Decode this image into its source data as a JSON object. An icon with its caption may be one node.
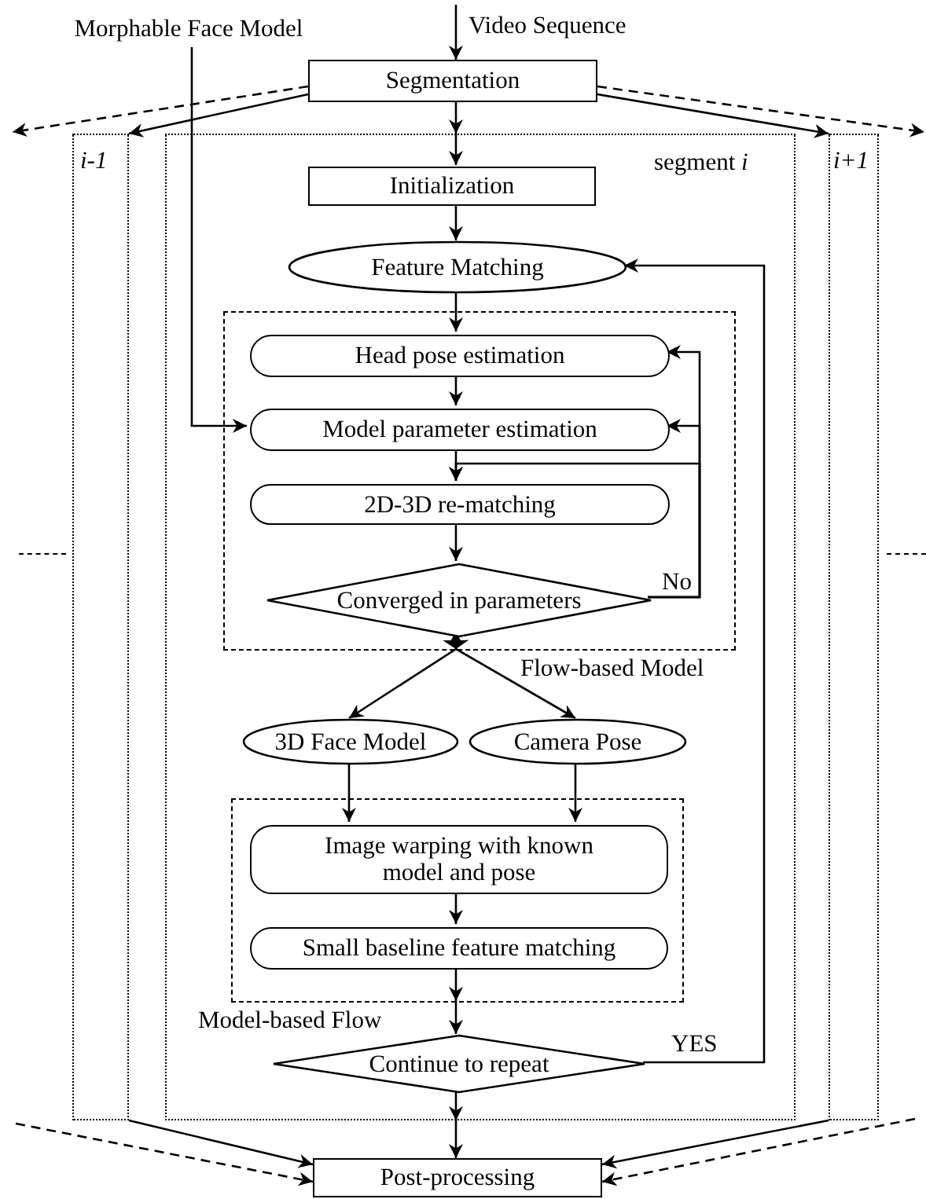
{
  "diagram": {
    "nodes": [
      {
        "text": [
          "Morphable Face Model"
        ]
      },
      {
        "text": [
          "Segmentation"
        ]
      },
      {
        "text": [
          "i-1"
        ]
      },
      {
        "text": [
          "i+1"
        ]
      },
      {
        "text": [
          "segment *i*"
        ]
      },
      {
        "text": [
          "Initialization"
        ],
        "in": 4
      },
      {
        "text": [
          "Feature Matching"
        ],
        "in": 4
      },
      {
        "text": [
          "Flow-based Model"
        ],
        "in": 4
      },
      {
        "text": [
          "Head pose estimation"
        ],
        "in": 7
      },
      {
        "text": [
          "Model parameter estimation"
        ],
        "in": 7
      },
      {
        "text": [
          "2D-3D re-matching"
        ],
        "in": 7
      },
      {
        "text": [
          "Converged in parameters"
        ],
        "in": 7
      },
      {
        "text": [
          "3D Face Model"
        ],
        "in": 4
      },
      {
        "text": [
          "Camera Pose"
        ],
        "in": 4
      },
      {
        "text": [
          "Model-based Flow"
        ],
        "in": 4
      },
      {
        "text": [
          "Image warping with known model and pose"
        ],
        "in": 14
      },
      {
        "text": [
          "Small baseline feature matching"
        ],
        "in": 14
      },
      {
        "text": [
          "Continue to repeat"
        ],
        "in": 4
      },
      {
        "text": [
          "Post-processing"
        ]
      }
    ],
    "edges": [
      {
        "from": null,
        "to": 1,
        "arrow": "to"
      },
      {
        "from": 1,
        "to": 2,
        "arrow": "to"
      },
      {
        "from": 1,
        "to": 3,
        "arrow": "to"
      },
      {
        "from": 1,
        "to": null,
        "arrow": "to",
        "style": "dashed"
      },
      {
        "from": 1,
        "to": null,
        "arrow": "to",
        "style": "dashed"
      },
      {
        "from": 1,
        "to": 5,
        "arrow": "to"
      },
      {
        "from": 0,
        "to": 9,
        "arrow": "to"
      },
      {
        "from": 5,
        "to": 6,
        "arrow": "to"
      },
      {
        "from": 6,
        "to": 8,
        "arrow": "to"
      },
      {
        "from": 8,
        "to": 9,
        "arrow": "to"
      },
      {
        "from": 9,
        "to": 10,
        "arrow": "to"
      },
      {
        "from": 11,
        "to": 8,
        "arrow": "to",
        "label": "No"
      },
      {
        "from": 11,
        "to": 9,
        "arrow": "to"
      },
      {
        "from": 11,
        "to": 10,
        "arrow": "to"
      },
      {
        "from": 10,
        "to": 11,
        "arrow": "to"
      },
      {
        "from": 11,
        "to": 12,
        "arrow": "to"
      },
      {
        "from": 11,
        "to": 13,
        "arrow": "to"
      },
      {
        "from": 12,
        "to": 15,
        "arrow": "to"
      },
      {
        "from": 13,
        "to": 15,
        "arrow": "to"
      },
      {
        "from": 15,
        "to": 16,
        "arrow": "to"
      },
      {
        "from": 16,
        "to": 17,
        "arrow": "to"
      },
      {
        "from": 17,
        "to": 6,
        "arrow": "to",
        "label": "YES"
      },
      {
        "from": 17,
        "to": 18,
        "arrow": "to"
      },
      {
        "from": 2,
        "to": 18,
        "arrow": "to"
      },
      {
        "from": 3,
        "to": 18,
        "arrow": "to"
      },
      {
        "from": null,
        "to": 18,
        "arrow": "to",
        "style": "dashed"
      },
      {
        "from": null,
        "to": 18,
        "arrow": "to",
        "style": "dashed"
      }
    ],
    "labels": [
      "Video Sequence"
    ]
  }
}
